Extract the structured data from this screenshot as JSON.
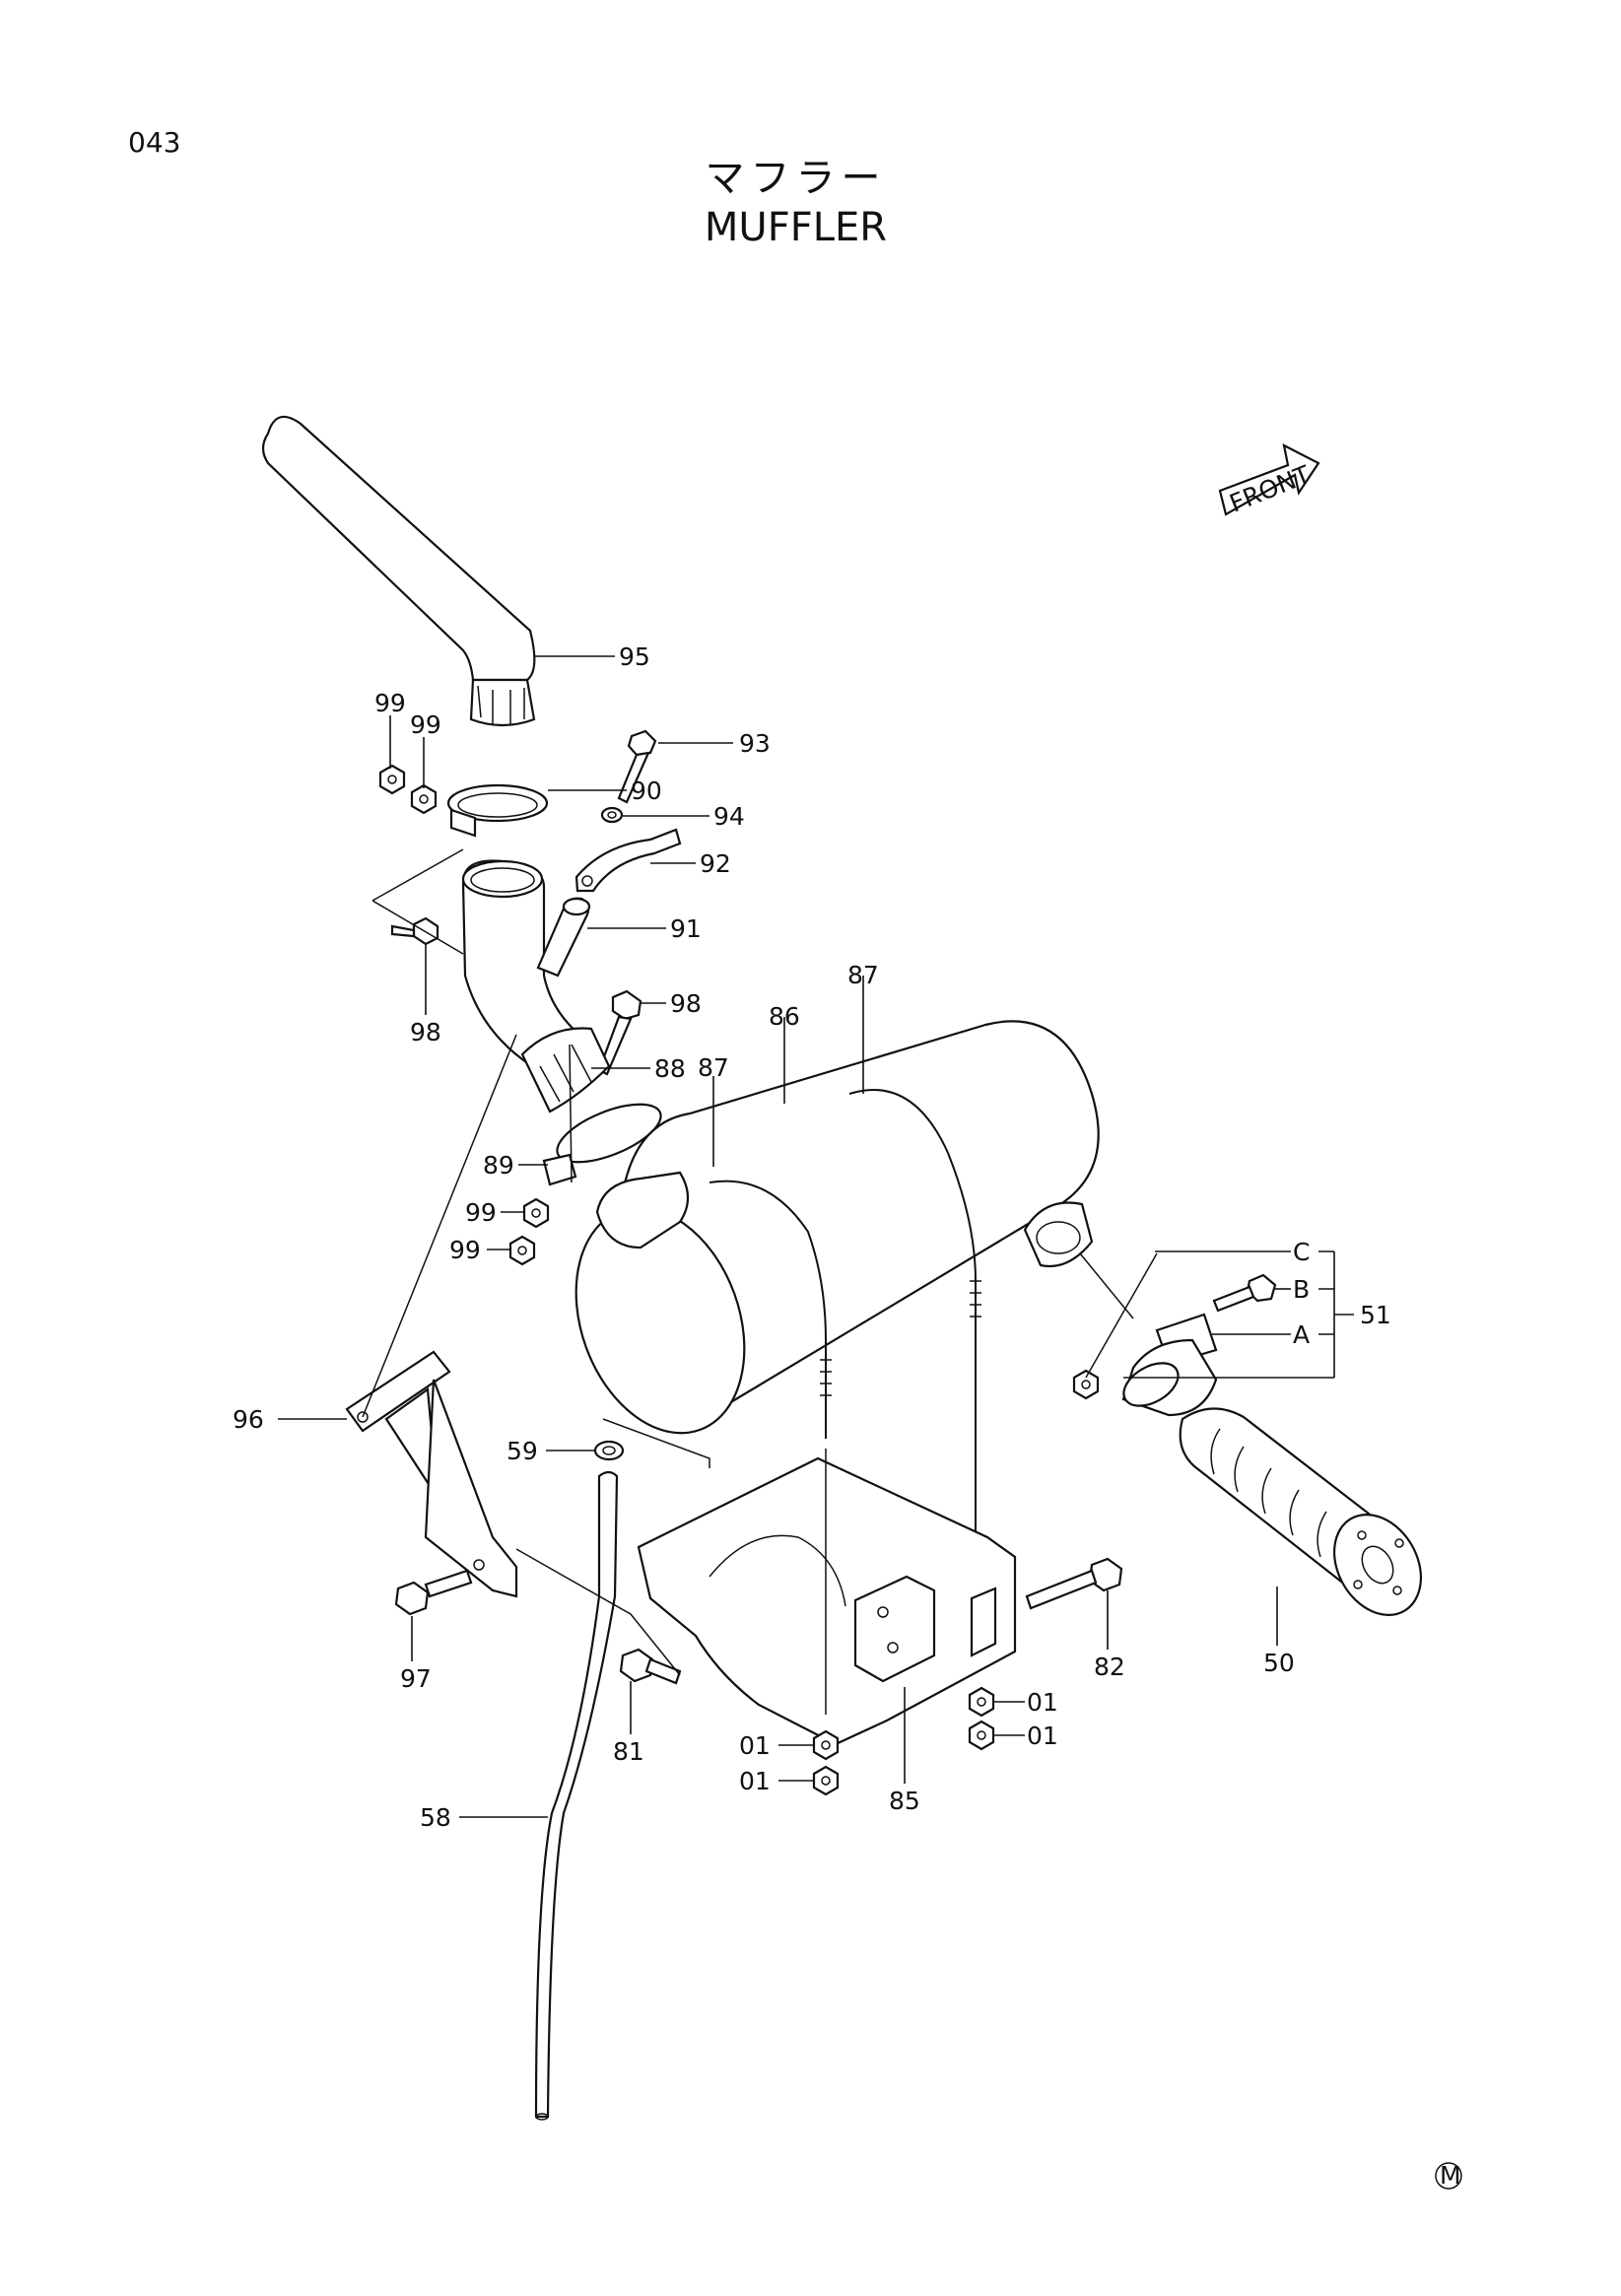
{
  "page": {
    "number": "043",
    "title_jp": "マフラー",
    "title_en": "MUFFLER",
    "front_marker": "FRONT",
    "corner_mark": "M"
  },
  "callouts": {
    "c95": "95",
    "c99a": "99",
    "c99b": "99",
    "c93": "93",
    "c90": "90",
    "c94": "94",
    "c92": "92",
    "c91": "91",
    "c98a": "98",
    "c98b": "98",
    "c88": "88",
    "c87a": "87",
    "c86": "86",
    "c87b": "87",
    "c89": "89",
    "c99c": "99",
    "c99d": "99",
    "cC": "C",
    "cB": "B",
    "c51": "51",
    "cA": "A",
    "c96": "96",
    "c59": "59",
    "c97": "97",
    "c82": "82",
    "c50": "50",
    "c01a": "01",
    "c01b": "01",
    "c81": "81",
    "c01c": "01",
    "c01d": "01",
    "c85": "85",
    "c58": "58"
  }
}
